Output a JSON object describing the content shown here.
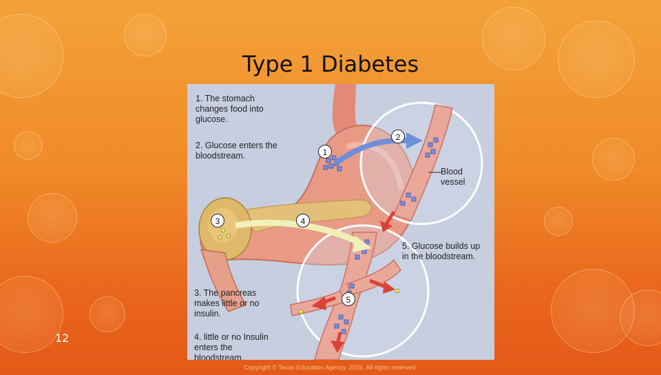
{
  "slide": {
    "title": "Type 1 Diabetes",
    "number": "12",
    "copyright": "Copyright © Texas Education Agency, 2015. All rights reserved."
  },
  "figure": {
    "labels": {
      "step1": "1. The stomach changes food into glucose.",
      "step2": "2. Glucose enters the bloodstream.",
      "blood_vessel": "Blood vessel",
      "step5": "5. Glucose builds up in the bloodstream.",
      "step3": "3. The pancreas makes little or no insulin.",
      "step4": "4. little or no Insulin enters the bloodstream."
    },
    "markers": [
      "1",
      "2",
      "3",
      "4",
      "5"
    ]
  },
  "colors": {
    "background_top": "#f3a23a",
    "background_bottom": "#e35a18",
    "figure_bg": "#c6cee0",
    "stomach": "#e99a87",
    "pancreas": "#e0b86a",
    "vessel": "#e9a89a",
    "arrow_blue": "#6f8fd8",
    "arrow_red": "#d9433a"
  }
}
